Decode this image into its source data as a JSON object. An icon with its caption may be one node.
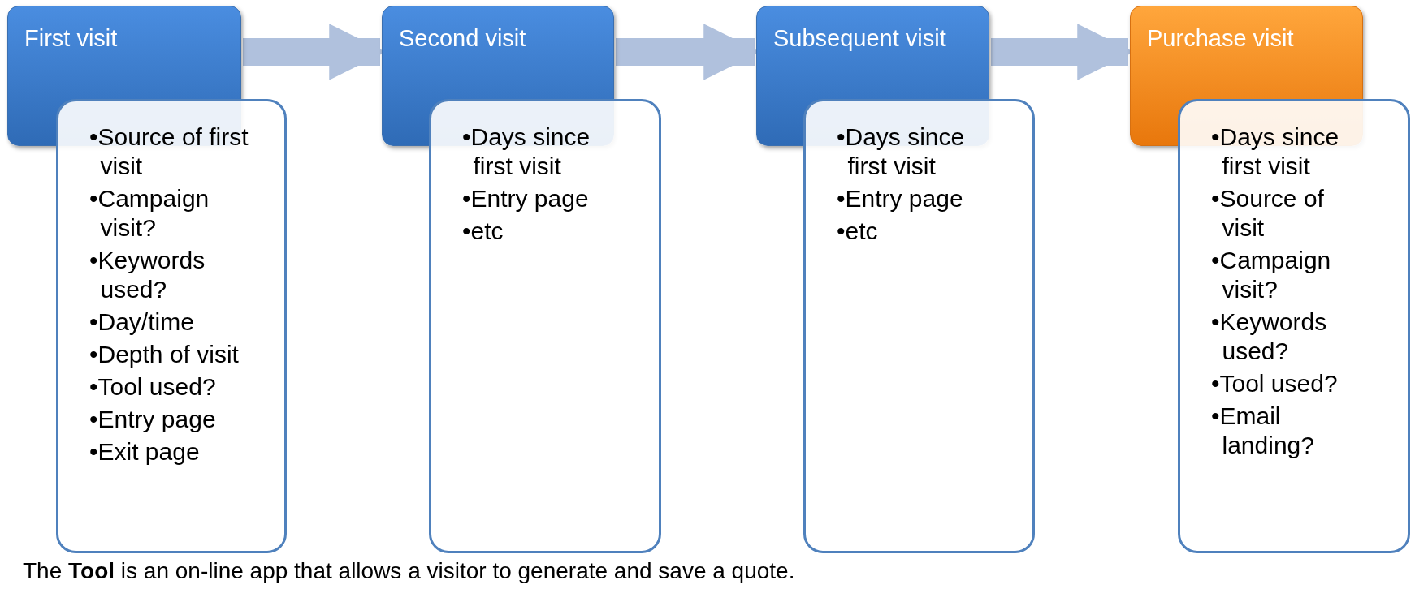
{
  "diagram": {
    "nodes": [
      {
        "text": [
          "First visit"
        ]
      },
      {
        "text": [
          "•Source of first visit",
          "•Campaign visit?",
          "•Keywords used?",
          "•Day/time",
          "•Depth of visit",
          "•Tool used?",
          "•Entry page",
          "•Exit page"
        ]
      },
      {
        "text": [
          "Second visit"
        ]
      },
      {
        "text": [
          "•Days since first visit",
          "•Entry page",
          "•etc"
        ]
      },
      {
        "text": [
          "Subsequent visit"
        ]
      },
      {
        "text": [
          "•Days since first visit",
          "•Entry page",
          "•etc"
        ]
      },
      {
        "text": [
          "Purchase visit"
        ]
      },
      {
        "text": [
          "•Days since first visit",
          "•Source of visit",
          "•Campaign visit?",
          "•Keywords used?",
          "•Tool used?",
          "•Email landing?"
        ]
      }
    ],
    "edges": [
      {
        "from": 0,
        "to": 2,
        "arrow": "to"
      },
      {
        "from": 2,
        "to": 4,
        "arrow": "to"
      },
      {
        "from": 4,
        "to": 6,
        "arrow": "to"
      }
    ],
    "labels": [
      "The **Tool** is an on-line app that allows a visitor to generate and save a quote."
    ]
  }
}
